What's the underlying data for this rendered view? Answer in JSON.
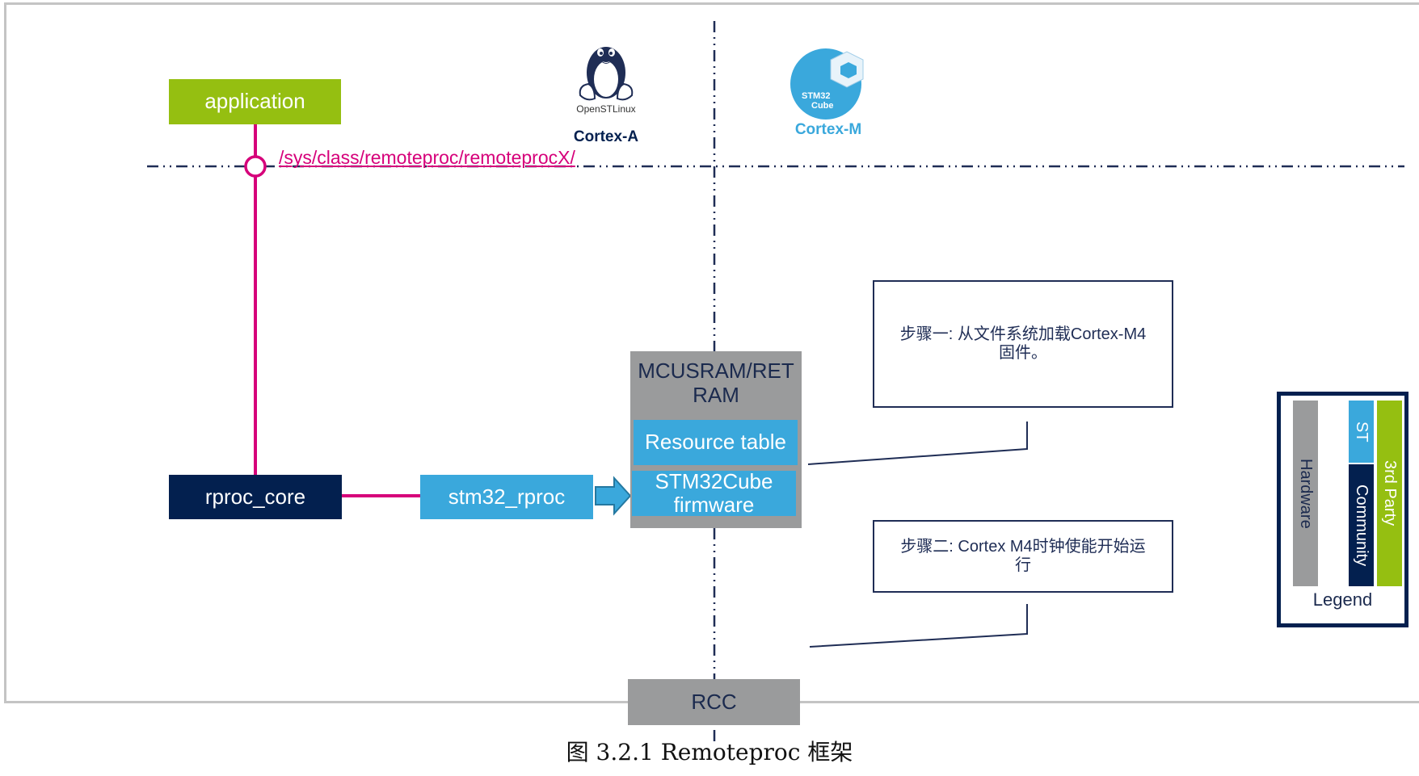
{
  "diagram": {
    "domains": {
      "left": {
        "logo_text": "OpenSTLinux",
        "label": "Cortex-A"
      },
      "right": {
        "logo_text_line1": "STM32",
        "logo_text_line2": "Cube",
        "label": "Cortex-M"
      }
    },
    "interface_path": "/sys/class/remoteproc/remoteprocX/",
    "blocks": {
      "application": "application",
      "rproc_core": "rproc_core",
      "stm32_rproc": "stm32_rproc",
      "memory": {
        "line1": "MCUSRAM/RET",
        "line2": "RAM"
      },
      "resource_table": "Resource table",
      "firmware": {
        "line1": "STM32Cube",
        "line2": "firmware"
      },
      "rcc": "RCC"
    },
    "notes": {
      "step1": {
        "line1": "步骤一: 从文件系统加载Cortex-M4",
        "line2": "固件。"
      },
      "step2": {
        "line1": "步骤二: Cortex M4时钟使能开始运",
        "line2": "行"
      }
    },
    "legend": {
      "title": "Legend",
      "items": [
        {
          "label": "Hardware",
          "color": "#9a9b9c"
        },
        {
          "label": "ST",
          "color": "#3aa8dc"
        },
        {
          "label": "Community",
          "color": "#03204f"
        },
        {
          "label": "3rd Party",
          "color": "#95bf11"
        }
      ]
    },
    "colors": {
      "interface_line": "#d6007a",
      "boundary_line": "#1f2d55",
      "st_blue": "#3aa8dc",
      "navy": "#03204f",
      "green": "#95bf11",
      "gray": "#9a9b9c"
    }
  },
  "caption": "图 3.2.1 Remoteproc 框架"
}
